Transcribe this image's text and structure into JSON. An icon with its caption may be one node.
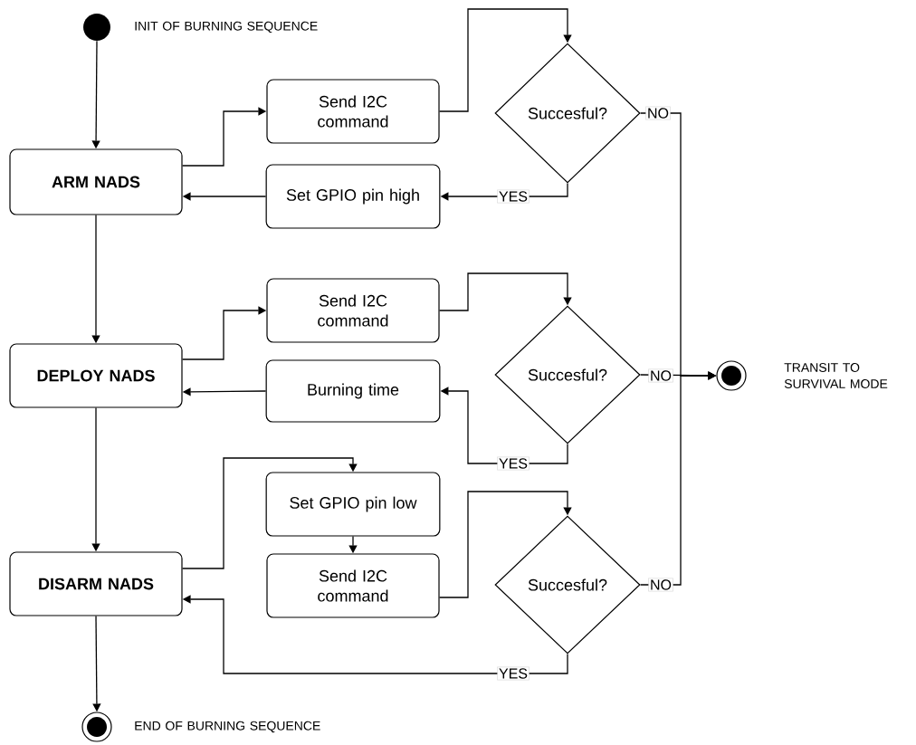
{
  "diagram": {
    "nodes": [
      {
        "text": [],
        "shape": "circle",
        "beside": [
          "INIT OF BURNING SEQUENCE"
        ]
      },
      {
        "text": [
          "ARM NADS"
        ]
      },
      {
        "text": [
          "Send I2C command"
        ]
      },
      {
        "text": [
          "Succesful?"
        ]
      },
      {
        "text": [
          "Set GPIO pin high"
        ]
      },
      {
        "text": [
          "DEPLOY NADS"
        ]
      },
      {
        "text": [
          "Send I2C command"
        ]
      },
      {
        "text": [
          "Succesful?"
        ]
      },
      {
        "text": [
          "Burning time"
        ]
      },
      {
        "text": [
          "DISARM NADS"
        ]
      },
      {
        "text": [
          "Set GPIO pin low"
        ]
      },
      {
        "text": [
          "Send I2C command"
        ]
      },
      {
        "text": [
          "Succesful?"
        ]
      },
      {
        "text": [],
        "shape": "circle",
        "beside": [
          "END OF BURNING SEQUENCE"
        ]
      },
      {
        "text": [],
        "shape": "circle",
        "beside": [
          "TRANSIT TO SURVIVAL MODE"
        ]
      }
    ],
    "edges": [
      {
        "from": 0,
        "to": 1,
        "arrow": "to"
      },
      {
        "from": 1,
        "to": 2,
        "arrow": "to"
      },
      {
        "from": 2,
        "to": 3,
        "arrow": "to"
      },
      {
        "from": 3,
        "to": 4,
        "arrow": "to",
        "label": "YES"
      },
      {
        "from": 4,
        "to": 1,
        "arrow": "to"
      },
      {
        "from": 3,
        "to": 14,
        "arrow": "to",
        "label": "NO"
      },
      {
        "from": 1,
        "to": 5,
        "arrow": "to"
      },
      {
        "from": 5,
        "to": 6,
        "arrow": "to"
      },
      {
        "from": 6,
        "to": 7,
        "arrow": "to"
      },
      {
        "from": 7,
        "to": 8,
        "arrow": "to",
        "label": "YES"
      },
      {
        "from": 8,
        "to": 5,
        "arrow": "to"
      },
      {
        "from": 7,
        "to": 14,
        "arrow": "to",
        "label": "NO"
      },
      {
        "from": 5,
        "to": 9,
        "arrow": "to"
      },
      {
        "from": 9,
        "to": 10,
        "arrow": "to"
      },
      {
        "from": 10,
        "to": 11,
        "arrow": "to"
      },
      {
        "from": 11,
        "to": 12,
        "arrow": "to"
      },
      {
        "from": 12,
        "to": 9,
        "arrow": "to",
        "label": "YES"
      },
      {
        "from": 12,
        "to": 14,
        "arrow": "to",
        "label": "NO"
      },
      {
        "from": 9,
        "to": 13,
        "arrow": "to"
      }
    ]
  }
}
